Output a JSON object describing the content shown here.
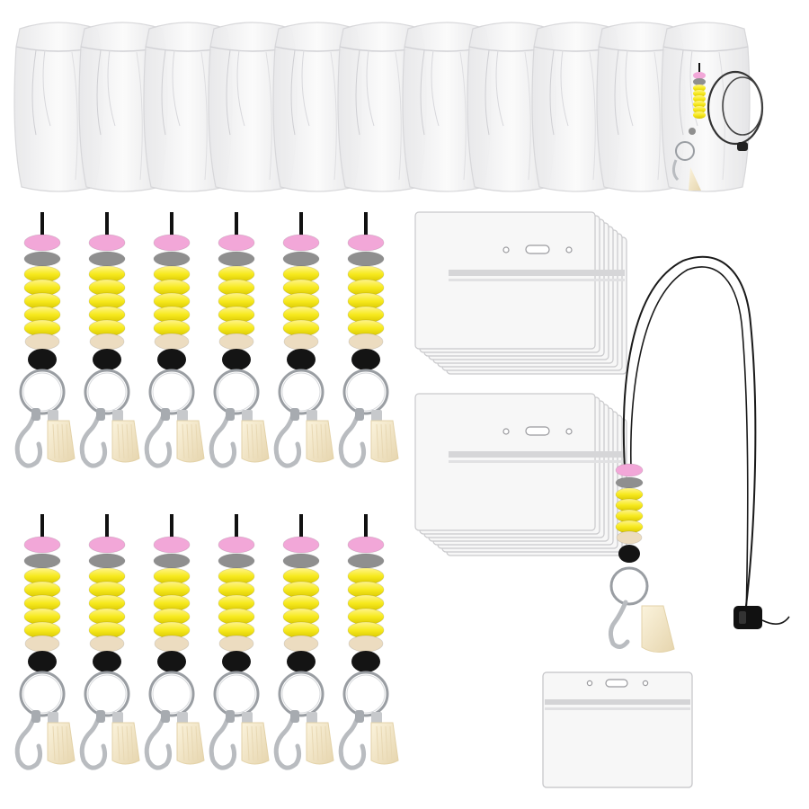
{
  "product_photo": {
    "organza_bags": {
      "count": 11,
      "color": "#f3f3f4"
    },
    "pencil_lanyards": {
      "count": 12,
      "colors": {
        "cord": "#111111",
        "pink_bead": "#f2a7d8",
        "gray_bead": "#8f8f8f",
        "yellow_bead": "#f7ea1e",
        "wood_bead": "#ecdcc0",
        "black_bead": "#141414",
        "ring": "#9a9ea3",
        "clasp": "#b9bcc0",
        "tassel": "#f3e6c7"
      }
    },
    "badge_holder_stacks": {
      "count": 2,
      "sheets_per_stack": 8,
      "color": "#f7f7f7"
    },
    "assembled_lanyard": {
      "count": 1,
      "cord_color": "#1a1a1a",
      "stopper_color": "#111111"
    }
  }
}
